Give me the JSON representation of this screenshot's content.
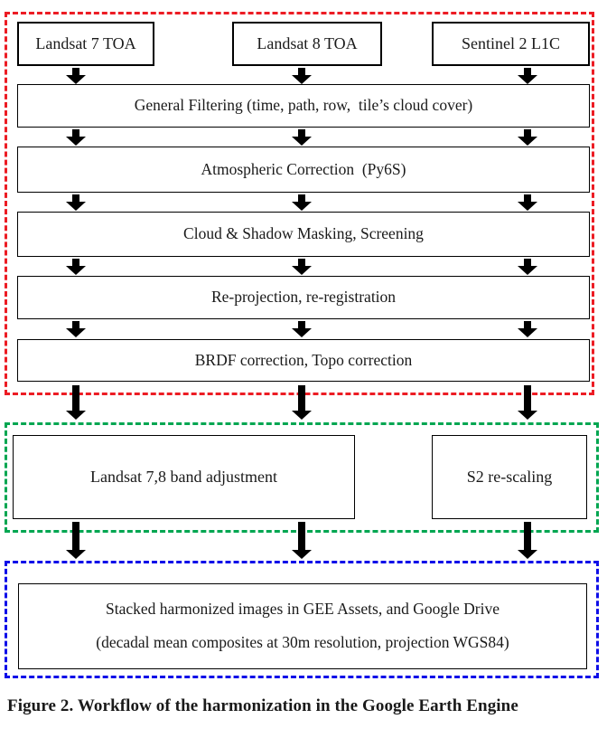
{
  "stages": {
    "preprocessing": {
      "border_color": "#EC1C24",
      "sources": [
        "Landsat 7 TOA",
        "Landsat 8 TOA",
        "Sentinel 2 L1C"
      ],
      "steps": [
        "General Filtering (time, path, row,  tile’s cloud cover)",
        "Atmospheric Correction  (Py6S)",
        "Cloud & Shadow Masking, Screening",
        "Re-projection, re-registration",
        "BRDF correction, Topo correction"
      ]
    },
    "adjustment": {
      "border_color": "#00A651",
      "boxes": [
        "Landsat 7,8 band adjustment",
        "S2 re-scaling"
      ]
    },
    "output": {
      "border_color": "#0F0FE8",
      "box_line1": "Stacked harmonized images in GEE Assets, and Google Drive",
      "box_line2": "(decadal mean composites at 30m resolution, projection WGS84)"
    },
    "arrow_color": "#000000"
  },
  "caption": "Figure 2. Workflow of the harmonization in the Google Earth Engine"
}
